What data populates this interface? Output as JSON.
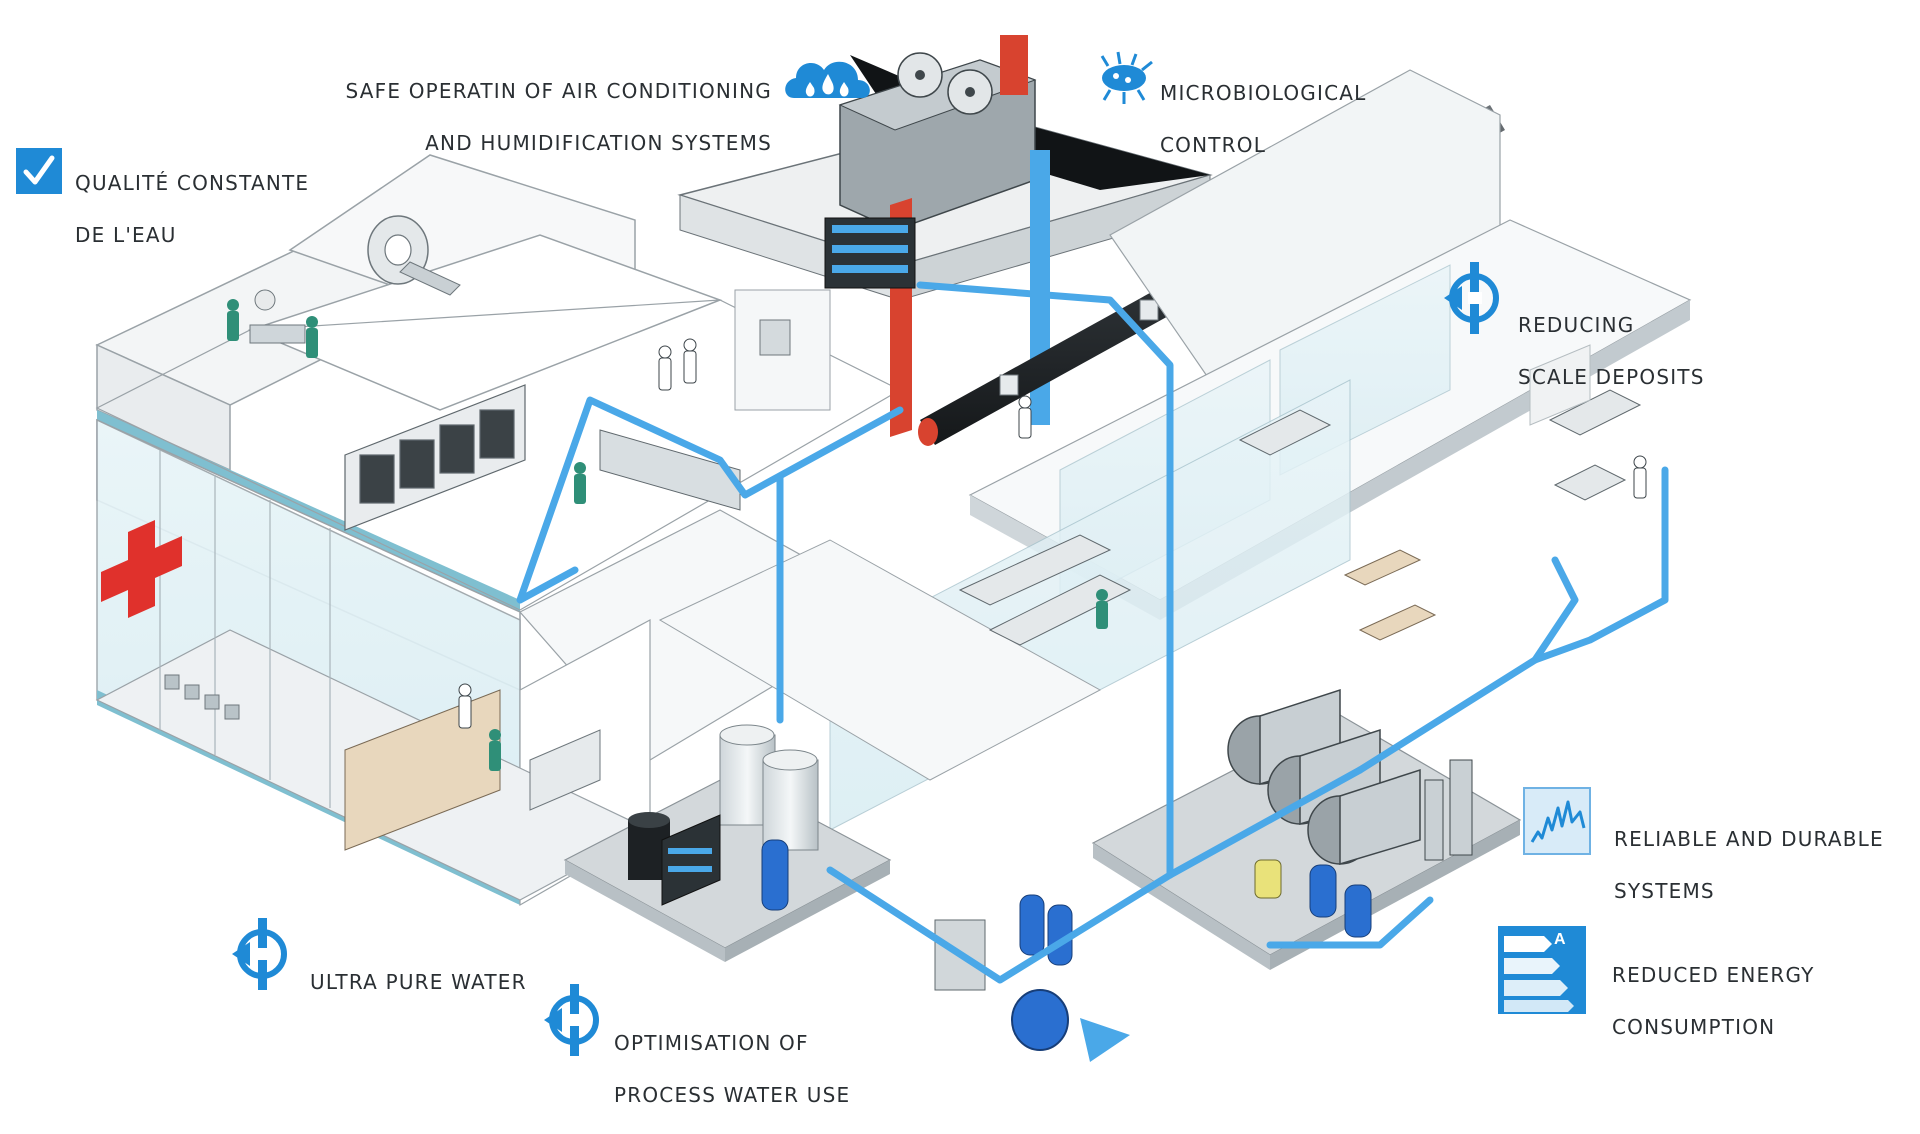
{
  "labels": {
    "air_conditioning": {
      "line1": "SAFE OPERATIN OF AIR CONDITIONING",
      "line2": "AND HUMIDIFICATION SYSTEMS"
    },
    "microbiological": {
      "line1": "MICROBIOLOGICAL",
      "line2": "CONTROL"
    },
    "water_quality": {
      "line1": "QUALITÉ CONSTANTE",
      "line2": "DE L'EAU"
    },
    "scale": {
      "line1": "REDUCING",
      "line2": "SCALE DEPOSITS"
    },
    "reliable": {
      "line1": "RELIABLE AND DURABLE",
      "line2": "SYSTEMS"
    },
    "energy": {
      "line1": "REDUCED ENERGY",
      "line2": "CONSUMPTION",
      "badge": "A"
    },
    "ultra_pure": {
      "line1": "ULTRA PURE WATER"
    },
    "process_water": {
      "line1": "OPTIMISATION OF",
      "line2": "PROCESS WATER USE"
    }
  },
  "icons": {
    "air_conditioning": "cloud-water-drops-icon",
    "microbiological": "microbe-icon",
    "water_quality": "checkbox-icon",
    "scale": "valve-icon",
    "reliable": "waveform-chart-icon",
    "energy": "energy-rating-icon",
    "ultra_pure": "valve-icon",
    "process_water": "valve-icon",
    "hospital": "red-cross-icon"
  },
  "colors": {
    "water_pipe": "#4aa8e8",
    "accent_blue": "#1f8ad6",
    "hot_pipe": "#d8432f",
    "cross_red": "#e0312c",
    "text": "#2a2f33"
  }
}
